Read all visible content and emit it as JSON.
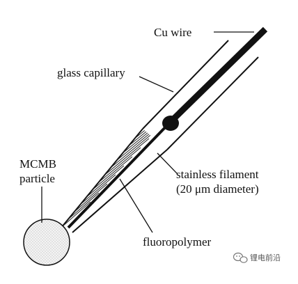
{
  "labels": {
    "cu_wire": "Cu wire",
    "glass_capillary": "glass capillary",
    "mcmb_line1": "MCMB",
    "mcmb_line2": "particle",
    "stainless_line1": "stainless filament",
    "stainless_line2": "(20 μm diameter)",
    "fluoropolymer": "fluoropolymer"
  },
  "watermark": {
    "text": "锂电前沿",
    "icon": "wechat-logo-icon"
  },
  "colors": {
    "ink": "#111111",
    "particle_fill": "#f4f4f4",
    "particle_dots": "#9a9a9a",
    "background": "#ffffff"
  }
}
